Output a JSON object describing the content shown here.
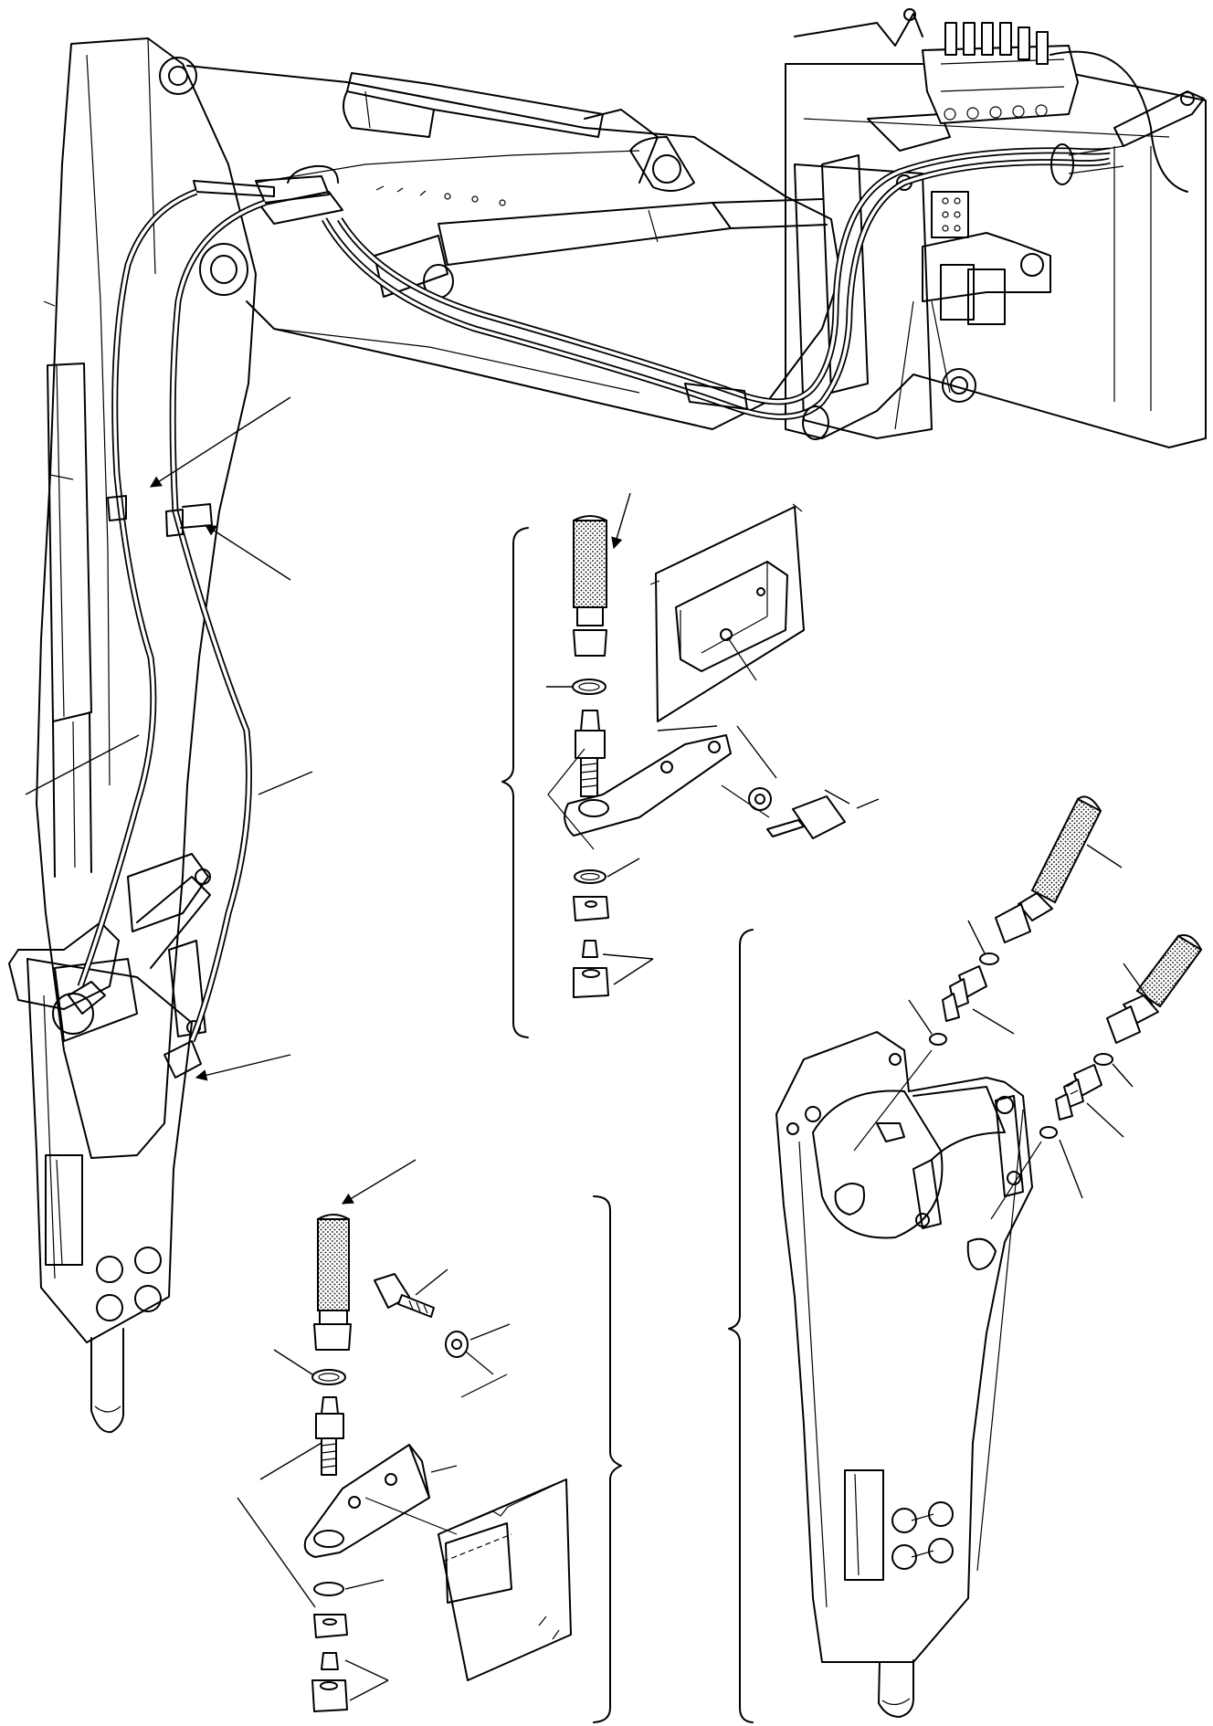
{
  "figure": {
    "title": "",
    "views": [
      {
        "id": "boom-and-arm-hose-routing"
      },
      {
        "id": "hose-clamp-detail-upper"
      },
      {
        "id": "hose-clamp-detail-lower"
      },
      {
        "id": "hammer-connection-detail"
      }
    ],
    "callout_text": []
  },
  "colors": {
    "line": "#000000",
    "background": "#ffffff"
  }
}
